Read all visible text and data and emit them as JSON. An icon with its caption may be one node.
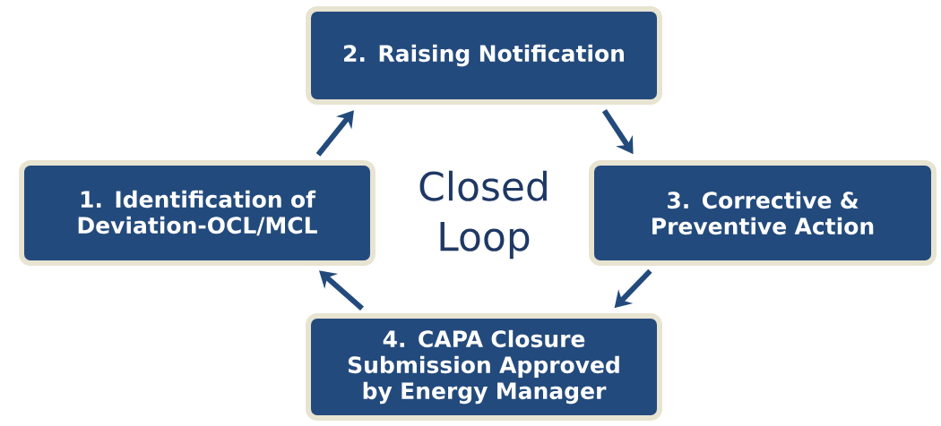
{
  "diagram": {
    "nodes": [
      {
        "text": [
          "1. Identification of Deviation-OCL/MCL"
        ]
      },
      {
        "text": [
          "2. Raising Notification"
        ]
      },
      {
        "text": [
          "3. Corrective & Preventive Action"
        ]
      },
      {
        "text": [
          "4. CAPA Closure Submission Approved by Energy Manager"
        ]
      }
    ],
    "edges": [
      {
        "from": 0,
        "to": 1,
        "arrow": "to"
      },
      {
        "from": 1,
        "to": 2,
        "arrow": "to"
      },
      {
        "from": 2,
        "to": 3,
        "arrow": "to"
      },
      {
        "from": 3,
        "to": 0,
        "arrow": "to"
      }
    ],
    "labels": [
      "Closed Loop"
    ]
  }
}
